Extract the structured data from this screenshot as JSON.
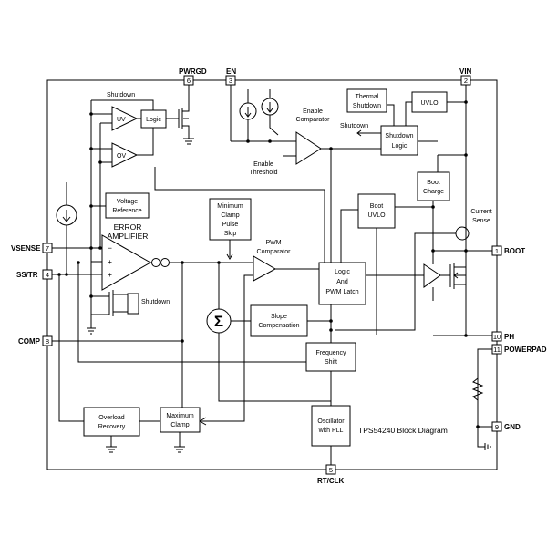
{
  "title": "TPS54240 Block Diagram",
  "pins": [
    {
      "name": "PWRGD",
      "number": "6"
    },
    {
      "name": "EN",
      "number": "3"
    },
    {
      "name": "VIN",
      "number": "2"
    },
    {
      "name": "VSENSE",
      "number": "7"
    },
    {
      "name": "SS/TR",
      "number": "4"
    },
    {
      "name": "COMP",
      "number": "8"
    },
    {
      "name": "BOOT",
      "number": "1"
    },
    {
      "name": "PH",
      "number": "10"
    },
    {
      "name": "POWERPAD",
      "number": "11"
    },
    {
      "name": "GND",
      "number": "9"
    },
    {
      "name": "RT/CLK",
      "number": "5"
    }
  ],
  "blocks": {
    "uv": "UV",
    "ov": "OV",
    "logic": "Logic",
    "voltage_reference": [
      "Voltage",
      "Reference"
    ],
    "error_amplifier": [
      "ERROR",
      "AMPLIFIER"
    ],
    "thermal_shutdown": [
      "Thermal",
      "Shutdown"
    ],
    "uvlo_top": "UVLO",
    "shutdown_logic": [
      "Shutdown",
      "Logic"
    ],
    "boot_charge": [
      "Boot",
      "Charge"
    ],
    "boot_uvlo": [
      "Boot",
      "UVLO"
    ],
    "min_clamp": [
      "Minimum",
      "Clamp",
      "Pulse",
      "Skip"
    ],
    "pwm_comparator": [
      "PWM",
      "Comparator"
    ],
    "logic_pwm_latch": [
      "Logic",
      "And",
      "PWM Latch"
    ],
    "slope_compensation": [
      "Slope",
      "Compensation"
    ],
    "frequency_shift": [
      "Frequency",
      "Shift"
    ],
    "overload_recovery": [
      "Overload",
      "Recovery"
    ],
    "max_clamp": [
      "Maximum",
      "Clamp"
    ],
    "oscillator": [
      "Oscillator",
      "with PLL"
    ],
    "enable_comparator": [
      "Enable",
      "Comparator"
    ],
    "enable_threshold": [
      "Enable",
      "Threshold"
    ],
    "current_sense": [
      "Current",
      "Sense"
    ],
    "shutdown_top": "Shutdown",
    "shutdown_mid": "Shutdown",
    "shutdown_low": "Shutdown",
    "sigma": "Σ",
    "plus_1": "+",
    "plus_2": "+",
    "minus": "−"
  }
}
